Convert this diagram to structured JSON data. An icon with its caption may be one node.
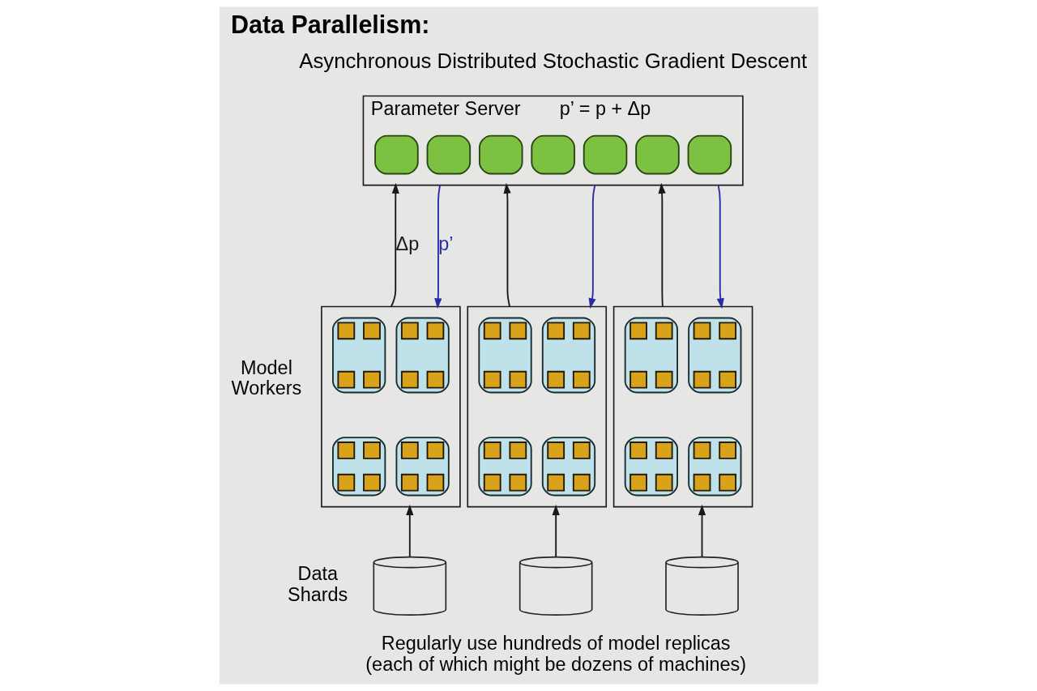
{
  "diagram": {
    "title": "Data Parallelism:",
    "nodes": [
      {
        "text": [
          "Parameter Server"
        ],
        "beside": [
          "p’ = p + Δp"
        ]
      },
      {
        "text": [],
        "shape": "box",
        "in": 0
      },
      {
        "text": [],
        "shape": "box",
        "in": 0
      },
      {
        "text": [],
        "shape": "box",
        "in": 0
      },
      {
        "text": [],
        "shape": "box",
        "in": 0
      },
      {
        "text": [],
        "shape": "box",
        "in": 0
      },
      {
        "text": [],
        "shape": "box",
        "in": 0
      },
      {
        "text": [],
        "shape": "box",
        "in": 0
      },
      {
        "text": [],
        "shape": "box"
      },
      {
        "text": [],
        "shape": "box",
        "in": 8
      },
      {
        "text": [],
        "shape": "box",
        "in": 9
      },
      {
        "text": [],
        "shape": "box",
        "in": 9
      },
      {
        "text": [],
        "shape": "box",
        "in": 9
      },
      {
        "text": [],
        "shape": "box",
        "in": 9
      },
      {
        "text": [],
        "shape": "box",
        "in": 8
      },
      {
        "text": [],
        "shape": "box",
        "in": 14
      },
      {
        "text": [],
        "shape": "box",
        "in": 14
      },
      {
        "text": [],
        "shape": "box",
        "in": 14
      },
      {
        "text": [],
        "shape": "box",
        "in": 14
      },
      {
        "text": [],
        "shape": "box",
        "in": 8
      },
      {
        "text": [],
        "shape": "box",
        "in": 19
      },
      {
        "text": [],
        "shape": "box",
        "in": 19
      },
      {
        "text": [],
        "shape": "box",
        "in": 19
      },
      {
        "text": [],
        "shape": "box",
        "in": 19
      },
      {
        "text": [],
        "shape": "box",
        "in": 8
      },
      {
        "text": [],
        "shape": "box",
        "in": 24
      },
      {
        "text": [],
        "shape": "box",
        "in": 24
      },
      {
        "text": [],
        "shape": "box",
        "in": 24
      },
      {
        "text": [],
        "shape": "box",
        "in": 24
      },
      {
        "text": [],
        "shape": "box"
      },
      {
        "text": [],
        "shape": "box",
        "in": 29
      },
      {
        "text": [],
        "shape": "box",
        "in": 30
      },
      {
        "text": [],
        "shape": "box",
        "in": 30
      },
      {
        "text": [],
        "shape": "box",
        "in": 30
      },
      {
        "text": [],
        "shape": "box",
        "in": 30
      },
      {
        "text": [],
        "shape": "box",
        "in": 29
      },
      {
        "text": [],
        "shape": "box",
        "in": 35
      },
      {
        "text": [],
        "shape": "box",
        "in": 35
      },
      {
        "text": [],
        "shape": "box",
        "in": 35
      },
      {
        "text": [],
        "shape": "box",
        "in": 35
      },
      {
        "text": [],
        "shape": "box",
        "in": 29
      },
      {
        "text": [],
        "shape": "box",
        "in": 40
      },
      {
        "text": [],
        "shape": "box",
        "in": 40
      },
      {
        "text": [],
        "shape": "box",
        "in": 40
      },
      {
        "text": [],
        "shape": "box",
        "in": 40
      },
      {
        "text": [],
        "shape": "box",
        "in": 29
      },
      {
        "text": [],
        "shape": "box",
        "in": 45
      },
      {
        "text": [],
        "shape": "box",
        "in": 45
      },
      {
        "text": [],
        "shape": "box",
        "in": 45
      },
      {
        "text": [],
        "shape": "box",
        "in": 45
      },
      {
        "text": [],
        "shape": "box"
      },
      {
        "text": [],
        "shape": "box",
        "in": 50
      },
      {
        "text": [],
        "shape": "box",
        "in": 51
      },
      {
        "text": [],
        "shape": "box",
        "in": 51
      },
      {
        "text": [],
        "shape": "box",
        "in": 51
      },
      {
        "text": [],
        "shape": "box",
        "in": 51
      },
      {
        "text": [],
        "shape": "box",
        "in": 50
      },
      {
        "text": [],
        "shape": "box",
        "in": 56
      },
      {
        "text": [],
        "shape": "box",
        "in": 56
      },
      {
        "text": [],
        "shape": "box",
        "in": 56
      },
      {
        "text": [],
        "shape": "box",
        "in": 56
      },
      {
        "text": [],
        "shape": "box",
        "in": 50
      },
      {
        "text": [],
        "shape": "box",
        "in": 61
      },
      {
        "text": [],
        "shape": "box",
        "in": 61
      },
      {
        "text": [],
        "shape": "box",
        "in": 61
      },
      {
        "text": [],
        "shape": "box",
        "in": 61
      },
      {
        "text": [],
        "shape": "box",
        "in": 50
      },
      {
        "text": [],
        "shape": "box",
        "in": 66
      },
      {
        "text": [],
        "shape": "box",
        "in": 66
      },
      {
        "text": [],
        "shape": "box",
        "in": 66
      },
      {
        "text": [],
        "shape": "box",
        "in": 66
      },
      {
        "text": [],
        "shape": "cylinder"
      },
      {
        "text": [],
        "shape": "cylinder"
      },
      {
        "text": [],
        "shape": "cylinder"
      }
    ],
    "edges": [
      {
        "from": 8,
        "to": 0,
        "arrow": "to",
        "label": "Δp"
      },
      {
        "from": 0,
        "to": 8,
        "arrow": "to",
        "label": "p’",
        "color": "#2b2ba6"
      },
      {
        "from": 29,
        "to": 0,
        "arrow": "to"
      },
      {
        "from": 0,
        "to": 29,
        "arrow": "to",
        "color": "#2b2ba6"
      },
      {
        "from": 50,
        "to": 0,
        "arrow": "to"
      },
      {
        "from": 0,
        "to": 50,
        "arrow": "to",
        "color": "#2b2ba6"
      },
      {
        "from": 71,
        "to": 8,
        "arrow": "to"
      },
      {
        "from": 72,
        "to": 29,
        "arrow": "to"
      },
      {
        "from": 73,
        "to": 50,
        "arrow": "to"
      }
    ],
    "labels": [
      "Asynchronous Distributed Stochastic Gradient Descent",
      "Model Workers",
      "Data Shards",
      "Regularly use hundreds of model replicas (each of which might be dozens of machines)"
    ]
  }
}
